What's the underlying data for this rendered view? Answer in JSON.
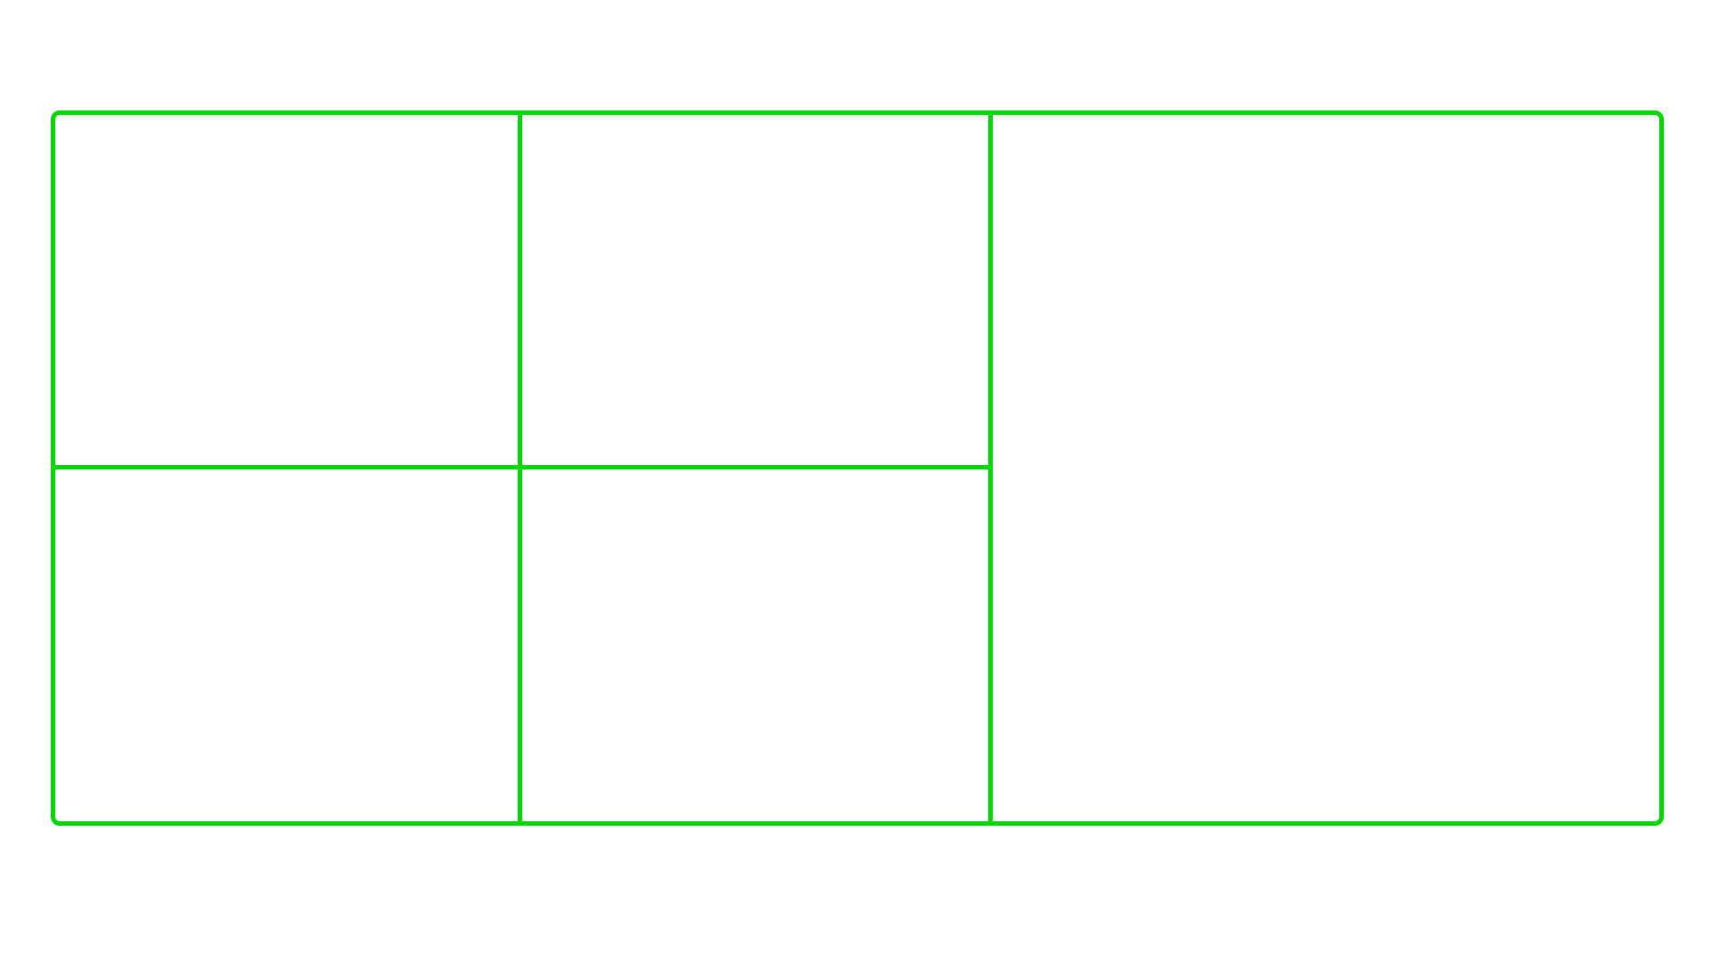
{
  "diagram": {
    "type": "grid-layout",
    "line_color": "#00d800",
    "background": "#ffffff",
    "panels": [
      {
        "id": "top-left",
        "label": ""
      },
      {
        "id": "top-middle",
        "label": ""
      },
      {
        "id": "bottom-left",
        "label": ""
      },
      {
        "id": "bottom-middle",
        "label": ""
      },
      {
        "id": "right",
        "label": ""
      }
    ]
  }
}
